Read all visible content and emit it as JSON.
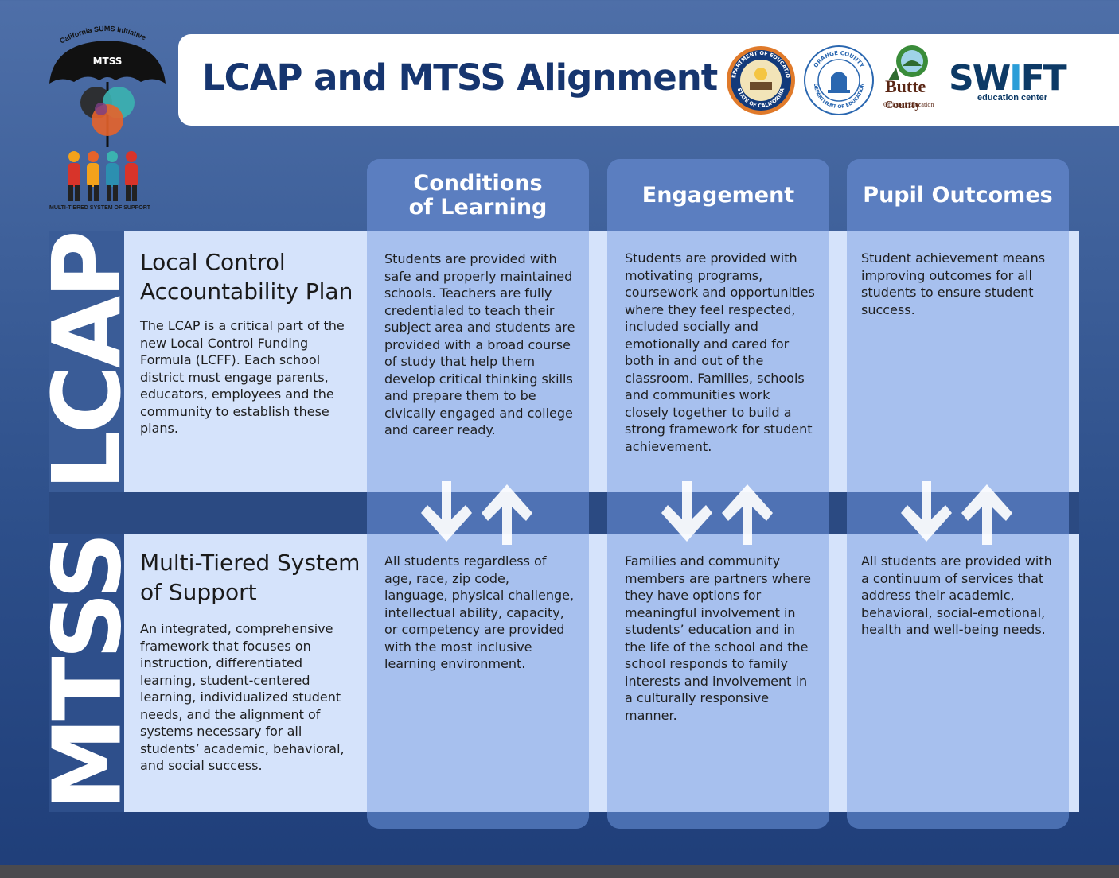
{
  "header": {
    "title": "LCAP and MTSS Alignment",
    "seal_ca_top": "DEPARTMENT OF EDUCATION",
    "seal_ca_bottom": "STATE OF CALIFORNIA",
    "seal_oc_top": "ORANGE COUNTY",
    "seal_oc_bottom": "DEPARTMENT OF EDUCATION",
    "butte_name": "Butte",
    "butte_name2": "County",
    "butte_sub": "Office of Education",
    "swift_name": "SWIFT",
    "swift_sub": "education center"
  },
  "mtss_logo": {
    "arc_text": "California SUMS Initiative",
    "umbrella_text": "MTSS",
    "caption": "MULTI-TIERED SYSTEM OF SUPPORT"
  },
  "columns": [
    {
      "header_line1": "Conditions",
      "header_line2": "of Learning"
    },
    {
      "header_line1": "Engagement",
      "header_line2": ""
    },
    {
      "header_line1": "Pupil Outcomes",
      "header_line2": ""
    }
  ],
  "rows": {
    "lcap": {
      "side_label": "LCAP",
      "heading": "Local Control Accountability Plan",
      "description": "The LCAP is a critical part of the new Local Control Funding Formula (LCFF). Each school district must engage parents, educators, employees and the community to establish these plans.",
      "cells": [
        "Students are provided with safe and properly maintained schools. Teachers are fully credentialed to teach their subject area and students are provided with a broad course of study that help them develop critical thinking skills and prepare them to be civically engaged and college and career ready.",
        "Students are provided with motivating programs, coursework and opportunities where they feel respected, included socially and emotionally and cared for both in and out of the classroom. Families, schools and communities work closely together to build a strong framework for student achievement.",
        "Student achievement means improving outcomes for all students to ensure student success."
      ]
    },
    "mtss": {
      "side_label": "MTSS",
      "heading": "Multi-Tiered System of Support",
      "description": "An integrated, comprehensive framework that focuses on instruction, differentiated learning, student-centered learning, individualized student needs, and the alignment of systems necessary for all students’ academic, behavioral, and social success.",
      "cells": [
        "All students regardless of age, race, zip code, language, physical challenge, intellectual ability, capacity, or competency are provided with the most inclusive learning environment.",
        "Families and community members are partners where they have options for meaningful involvement in students’ education and in the life of the school and the school responds to family interests and involvement in a culturally responsive manner.",
        "All students are provided with a continuum of services that address their academic, behavioral, social-emotional, health and well-being needs."
      ]
    }
  },
  "colors": {
    "title": "#16356f",
    "band_light": "#d5e3fb",
    "cell": "#a7c0ee",
    "column_header": "#5b7ec0"
  }
}
